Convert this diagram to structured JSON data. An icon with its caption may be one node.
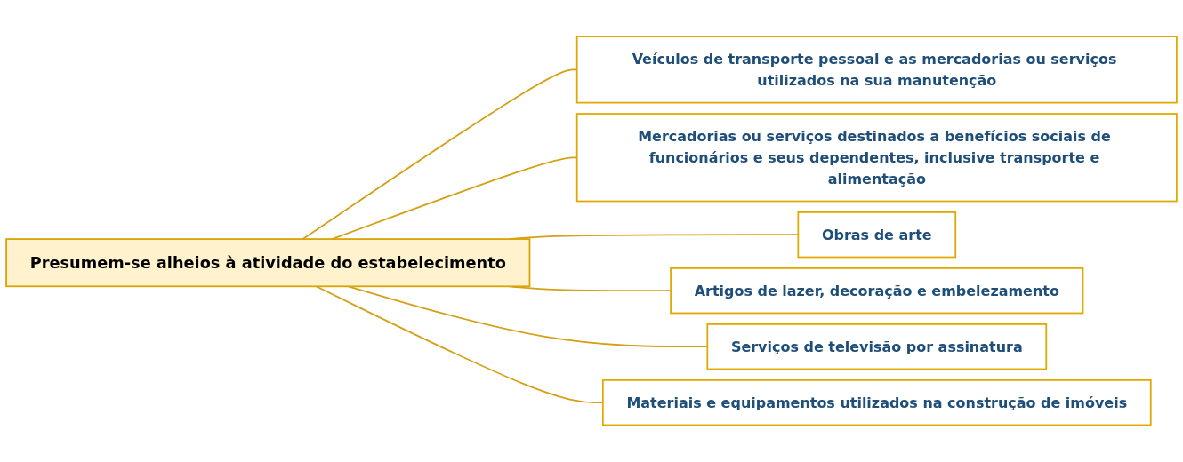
{
  "diagram": {
    "nodes": [
      {
        "text": [
          "Presumem-se alheios à atividade do estabelecimento"
        ]
      },
      {
        "text": [
          "Veículos de transporte pessoal e as mercadorias ou serviços utilizados na sua manutenção"
        ]
      },
      {
        "text": [
          "Mercadorias ou serviços destinados a benefícios sociais de funcionários e seus dependentes, inclusive transporte e alimentação"
        ]
      },
      {
        "text": [
          "Obras de arte"
        ]
      },
      {
        "text": [
          "Artigos de lazer, decoração e embelezamento"
        ]
      },
      {
        "text": [
          "Serviços de televisão por assinatura"
        ]
      },
      {
        "text": [
          "Materiais e equipamentos utilizados na construção de imóveis"
        ]
      }
    ],
    "edges": [
      {
        "from": 0,
        "to": 1,
        "arrow": "none"
      },
      {
        "from": 0,
        "to": 2,
        "arrow": "none"
      },
      {
        "from": 0,
        "to": 3,
        "arrow": "none"
      },
      {
        "from": 0,
        "to": 4,
        "arrow": "none"
      },
      {
        "from": 0,
        "to": 5,
        "arrow": "none"
      },
      {
        "from": 0,
        "to": 6,
        "arrow": "none"
      }
    ]
  }
}
